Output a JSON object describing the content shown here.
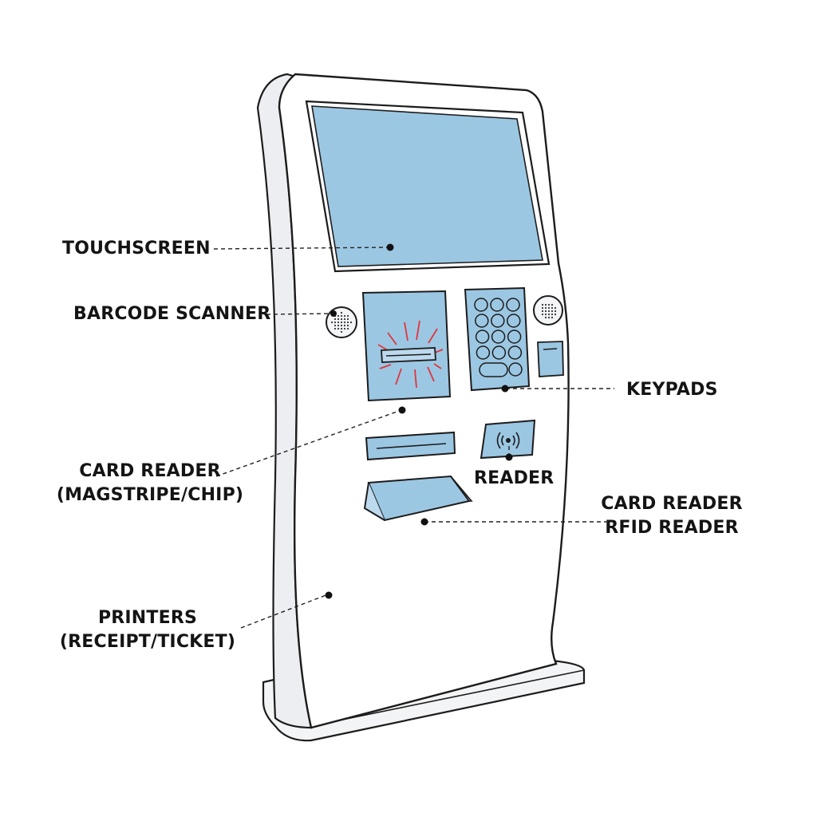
{
  "labels": {
    "touchscreen": "TOUCHSCREEN",
    "barcode_scanner": "BARCODE SCANNER",
    "keypads": "KEYPADS",
    "card_reader_left": [
      "CARD READER",
      "(MAGSTRIPE/CHIP)"
    ],
    "reader": "READER",
    "card_reader_right": [
      "CARD READER",
      "RFID READER"
    ],
    "printers": [
      "PRINTERS",
      "(RECEIPT/TICKET)"
    ]
  },
  "colors": {
    "outline": "#1c1c1c",
    "panel_fill": "#9cc7e3",
    "panel_light": "#bcd9ee",
    "body_fill": "#ffffff",
    "body_side": "#f1f2f4",
    "laser": "#e0353b",
    "leader": "#222222"
  },
  "icons": {
    "speaker_left": "speaker-grille-icon",
    "speaker_right": "speaker-grille-icon",
    "contactless": "contactless-wave-icon"
  }
}
